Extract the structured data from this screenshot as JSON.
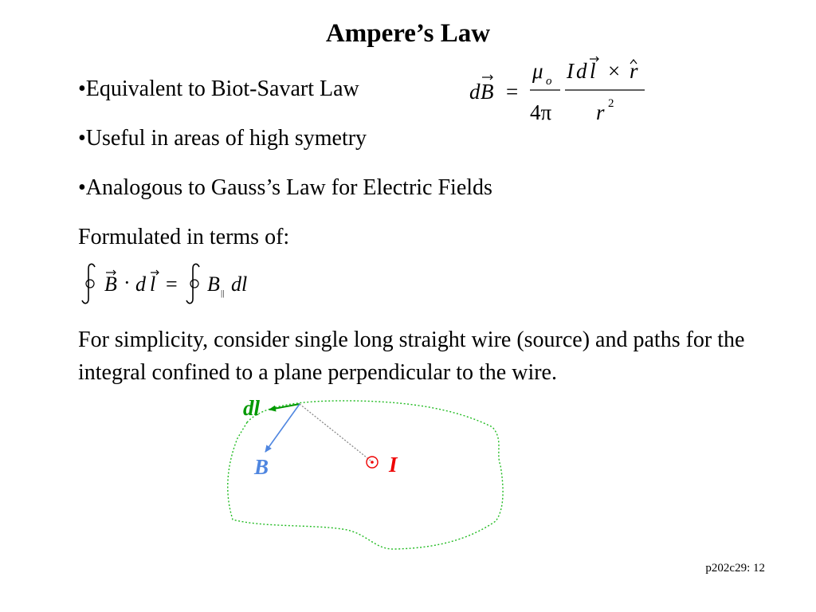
{
  "title": "Ampere’s Law",
  "bullets": [
    "•Equivalent to Biot-Savart Law",
    "•Useful in areas of high symetry",
    "•Analogous to Gauss’s Law for Electric Fields"
  ],
  "formulated_text": "Formulated in terms of:",
  "paragraph": "For simplicity, consider single long straight wire (source) and paths for the integral confined to a plane perpendicular to the wire.",
  "biot_savart": {
    "lhs_d": "d",
    "lhs_B": "B",
    "equals": "=",
    "mu": "μ",
    "mu_sub": "o",
    "I": "I",
    "d": "d",
    "l": "l",
    "cross": "×",
    "r_hat": "r",
    "four_pi": "4π",
    "r": "r",
    "exp": "2"
  },
  "ampere_eq": {
    "B": "B",
    "dot": "·",
    "dl_d": "d",
    "dl_l": "l",
    "equals": "=",
    "B2": "B",
    "par": "||",
    "dl2": "dl"
  },
  "diagram": {
    "dl_label": "dl",
    "B_label": "B",
    "I_label": "I"
  },
  "footer": "p202c29: 12",
  "colors": {
    "path": "#22bb22",
    "dl": "#009900",
    "B": "#4f86e0",
    "I": "#ee0000",
    "connector": "#888888"
  }
}
